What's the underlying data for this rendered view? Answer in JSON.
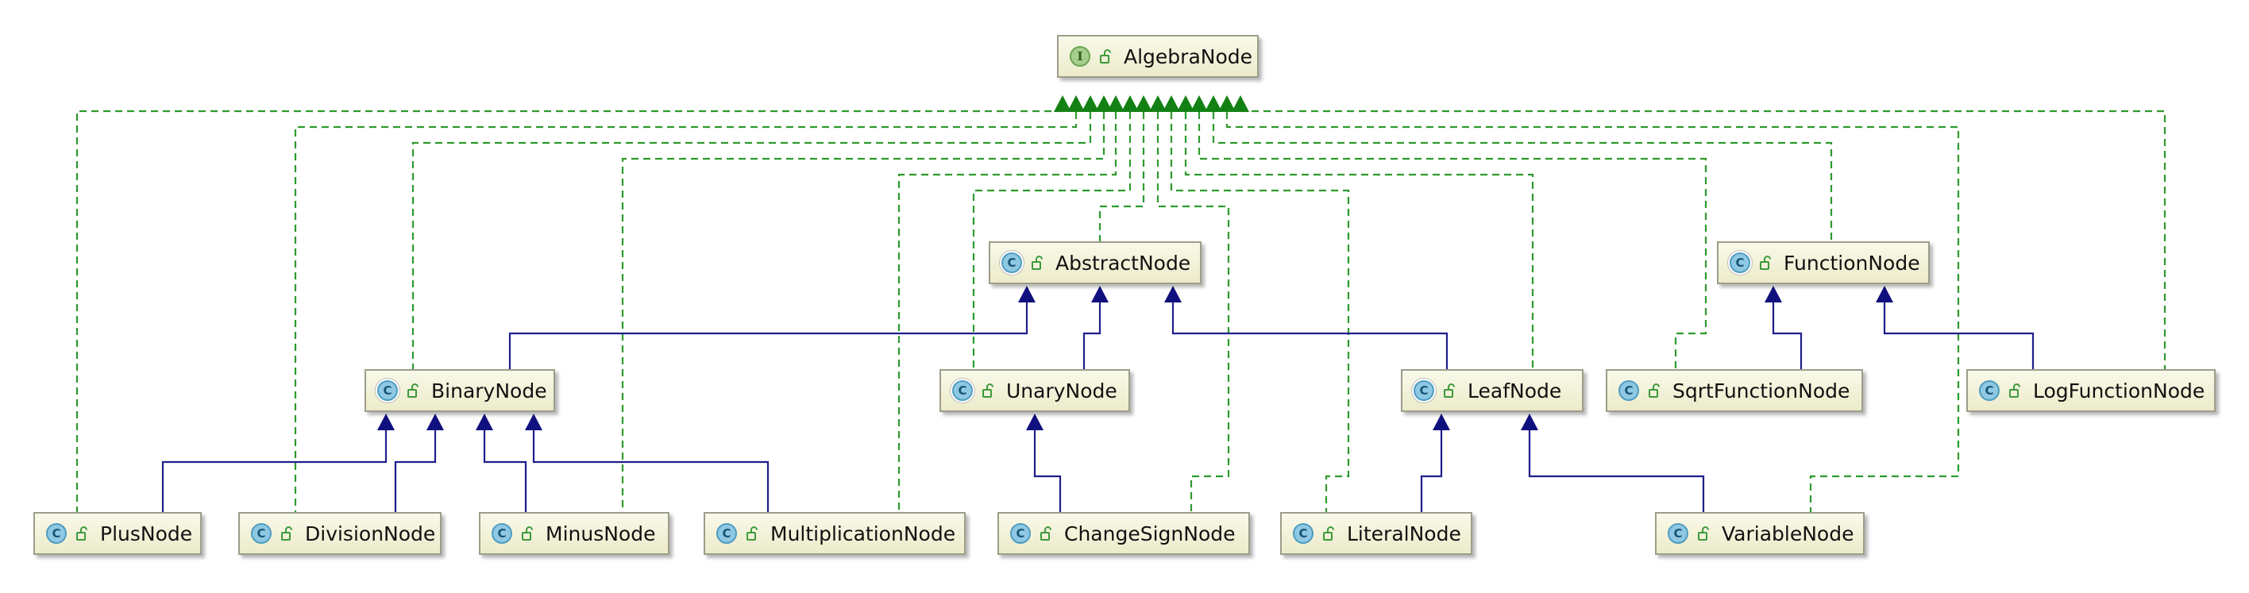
{
  "diagram": {
    "nodes": [
      {
        "id": "algebra-node",
        "label": "AlgebraNode",
        "kind": "I"
      },
      {
        "id": "abstract-node",
        "label": "AbstractNode",
        "kind": "C"
      },
      {
        "id": "function-node",
        "label": "FunctionNode",
        "kind": "C"
      },
      {
        "id": "binary-node",
        "label": "BinaryNode",
        "kind": "C"
      },
      {
        "id": "unary-node",
        "label": "UnaryNode",
        "kind": "C"
      },
      {
        "id": "leaf-node",
        "label": "LeafNode",
        "kind": "C"
      },
      {
        "id": "sqrt-function-node",
        "label": "SqrtFunctionNode",
        "kind": "C"
      },
      {
        "id": "log-function-node",
        "label": "LogFunctionNode",
        "kind": "C"
      },
      {
        "id": "plus-node",
        "label": "PlusNode",
        "kind": "C"
      },
      {
        "id": "division-node",
        "label": "DivisionNode",
        "kind": "C"
      },
      {
        "id": "minus-node",
        "label": "MinusNode",
        "kind": "C"
      },
      {
        "id": "multiplication-node",
        "label": "MultiplicationNode",
        "kind": "C"
      },
      {
        "id": "change-sign-node",
        "label": "ChangeSignNode",
        "kind": "C"
      },
      {
        "id": "literal-node",
        "label": "LiteralNode",
        "kind": "C"
      },
      {
        "id": "variable-node",
        "label": "VariableNode",
        "kind": "C"
      }
    ],
    "colors": {
      "implements_edge": "#2e9a2e",
      "implements_arrow": "#138013",
      "extends_edge": "#1e1e8c",
      "extends_arrow": "#10107e",
      "node_border": "#9d9d8a",
      "lock_icon": "#3c9a3c"
    },
    "icons": {
      "class_badge": "class-c-icon",
      "interface_badge": "interface-i-icon",
      "visibility": "unlocked-icon"
    }
  }
}
